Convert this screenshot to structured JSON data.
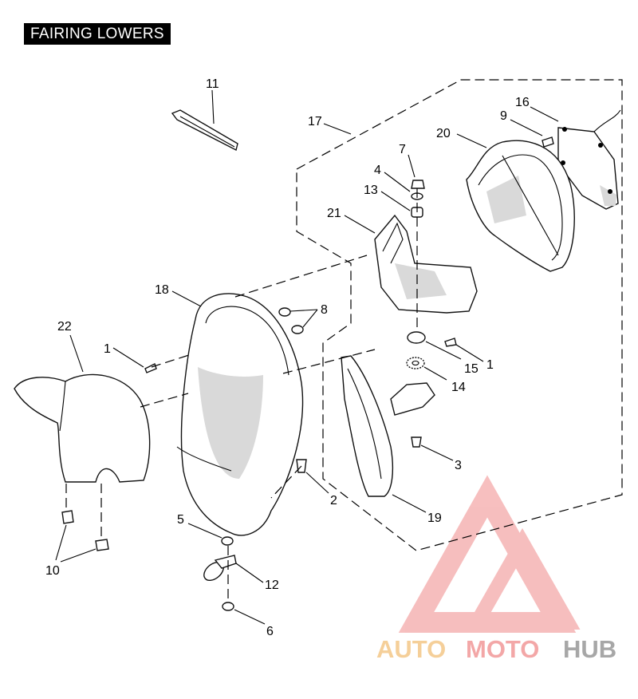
{
  "title": "FAIRING LOWERS",
  "callouts": {
    "c11": "11",
    "c17": "17",
    "c16": "16",
    "c9": "9",
    "c20": "20",
    "c7": "7",
    "c4": "4",
    "c13": "13",
    "c21": "21",
    "c18": "18",
    "c8": "8",
    "c22": "22",
    "c1a": "1",
    "c1b": "1",
    "c15": "15",
    "c14": "14",
    "c3": "3",
    "c2": "2",
    "c19": "19",
    "c5": "5",
    "c12": "12",
    "c10": "10",
    "c6": "6"
  },
  "watermark": {
    "brand_part1": "AUTO",
    "brand_part2": "MOTO",
    "brand_part3": "HUB",
    "color_gold": "#f2c078",
    "color_red": "#f08a8a",
    "color_gray": "#8a8a8a"
  }
}
